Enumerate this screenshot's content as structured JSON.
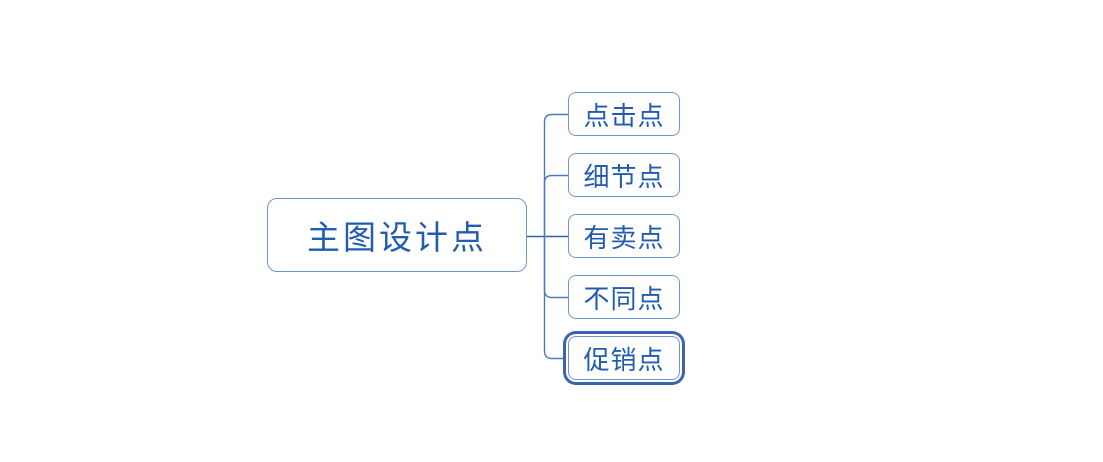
{
  "diagram": {
    "type": "mindmap",
    "root": {
      "label": "主图设计点"
    },
    "children": [
      {
        "label": "点击点",
        "selected": false
      },
      {
        "label": "细节点",
        "selected": false
      },
      {
        "label": "有卖点",
        "selected": false
      },
      {
        "label": "不同点",
        "selected": false
      },
      {
        "label": "促销点",
        "selected": true
      }
    ],
    "colors": {
      "background": "#ffffff",
      "node_border": "#7195cb",
      "node_text": "#215cb0",
      "connector": "#4b79bd",
      "connector_center": "#2e61ac",
      "selection_ring": "#3c64ae"
    }
  }
}
